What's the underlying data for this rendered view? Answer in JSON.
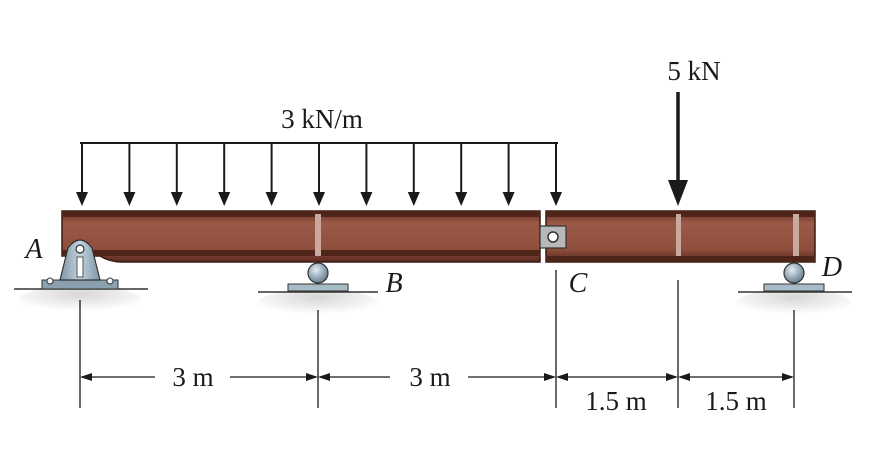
{
  "loads": {
    "distributed_label": "3 kN/m",
    "point_label": "5 kN"
  },
  "points": {
    "a": "A",
    "b": "B",
    "c": "C",
    "d": "D"
  },
  "dimensions": {
    "ab": "3 m",
    "bc": "3 m",
    "c_load": "1.5 m",
    "load_d": "1.5 m"
  },
  "colors": {
    "beam_body": "#8a4a3a",
    "beam_web": "#9b5a48",
    "beam_flange": "#5e2b20",
    "support": "#9fb4c2",
    "ground": "#cfcfcf",
    "line": "#1a1a1a"
  }
}
